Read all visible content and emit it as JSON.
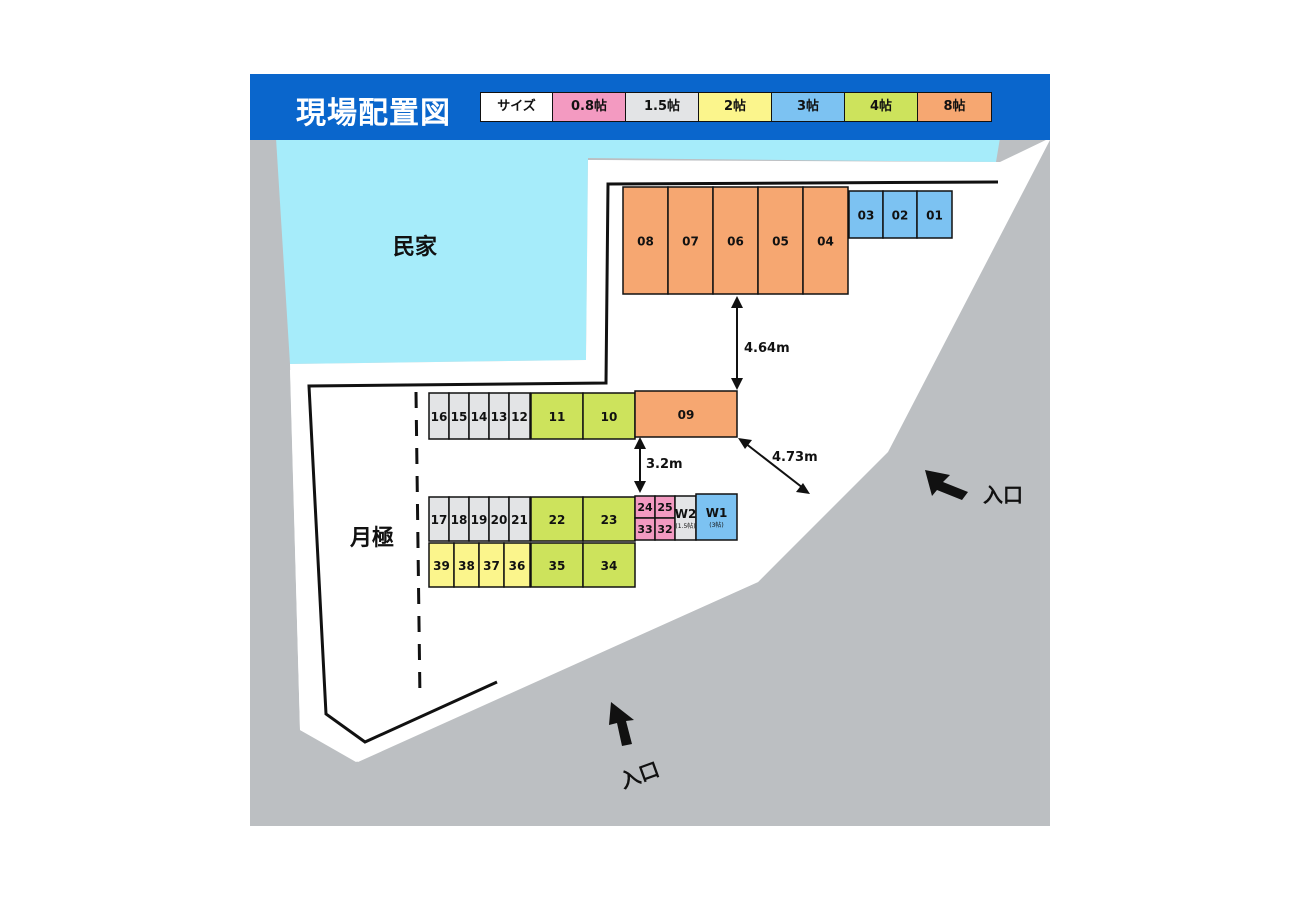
{
  "title": "現場配置図",
  "legend": {
    "label": "サイズ",
    "items": [
      {
        "text": "0.8帖",
        "color": "#f39ac1"
      },
      {
        "text": "1.5帖",
        "color": "#e3e4e6"
      },
      {
        "text": "2帖",
        "color": "#fbf58c"
      },
      {
        "text": "3帖",
        "color": "#7cc2f2"
      },
      {
        "text": "4帖",
        "color": "#cde35c"
      },
      {
        "text": "8帖",
        "color": "#f6a771"
      }
    ]
  },
  "colors": {
    "header": "#0a66cc",
    "road": "#bcbfc2",
    "house": "#a6ecfa",
    "lot": "#ffffff",
    "border": "#111111"
  },
  "areas": {
    "house_label": "民家",
    "monthly_label": "月極",
    "entrance_right": "入口",
    "entrance_bottom": "入口"
  },
  "dimensions": {
    "d1": "4.64m",
    "d2": "4.73m",
    "d3": "3.2m"
  },
  "units": [
    {
      "id": "08",
      "size": "8"
    },
    {
      "id": "07",
      "size": "8"
    },
    {
      "id": "06",
      "size": "8"
    },
    {
      "id": "05",
      "size": "8"
    },
    {
      "id": "04",
      "size": "8"
    },
    {
      "id": "03",
      "size": "3"
    },
    {
      "id": "02",
      "size": "3"
    },
    {
      "id": "01",
      "size": "3"
    },
    {
      "id": "16",
      "size": "1.5"
    },
    {
      "id": "15",
      "size": "1.5"
    },
    {
      "id": "14",
      "size": "1.5"
    },
    {
      "id": "13",
      "size": "1.5"
    },
    {
      "id": "12",
      "size": "1.5"
    },
    {
      "id": "11",
      "size": "4"
    },
    {
      "id": "10",
      "size": "4"
    },
    {
      "id": "09",
      "size": "8"
    },
    {
      "id": "17",
      "size": "1.5"
    },
    {
      "id": "18",
      "size": "1.5"
    },
    {
      "id": "19",
      "size": "1.5"
    },
    {
      "id": "20",
      "size": "1.5"
    },
    {
      "id": "21",
      "size": "1.5"
    },
    {
      "id": "22",
      "size": "4"
    },
    {
      "id": "23",
      "size": "4"
    },
    {
      "id": "24",
      "size": "0.8"
    },
    {
      "id": "25",
      "size": "0.8"
    },
    {
      "id": "33",
      "size": "0.8"
    },
    {
      "id": "32",
      "size": "0.8"
    },
    {
      "id": "W2",
      "size": "1.5",
      "sub": "(1.5帖)"
    },
    {
      "id": "W1",
      "size": "3",
      "sub": "(3帖)"
    },
    {
      "id": "39",
      "size": "2"
    },
    {
      "id": "38",
      "size": "2"
    },
    {
      "id": "37",
      "size": "2"
    },
    {
      "id": "36",
      "size": "2"
    },
    {
      "id": "35",
      "size": "4"
    },
    {
      "id": "34",
      "size": "4"
    }
  ]
}
